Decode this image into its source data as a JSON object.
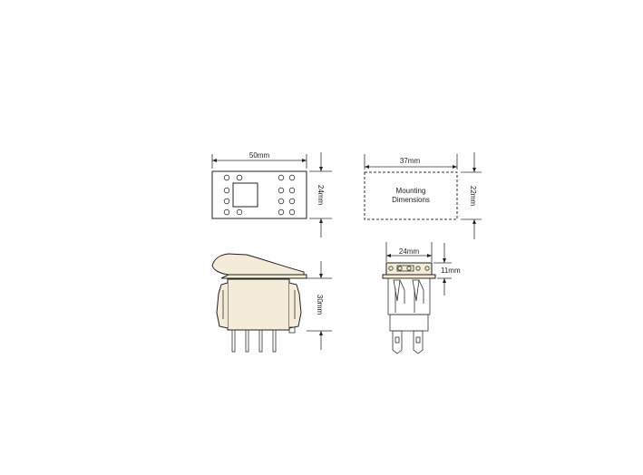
{
  "dimensions": {
    "top_width": "50mm",
    "top_height": "24mm",
    "mount_width": "37mm",
    "mount_height": "22mm",
    "side_height": "30mm",
    "front_width": "24mm",
    "front_height": "11mm"
  },
  "mounting_label_line1": "Mounting",
  "mounting_label_line2": "Dimensions",
  "colors": {
    "line": "#222222",
    "body_fill": "#f4ecd8"
  }
}
